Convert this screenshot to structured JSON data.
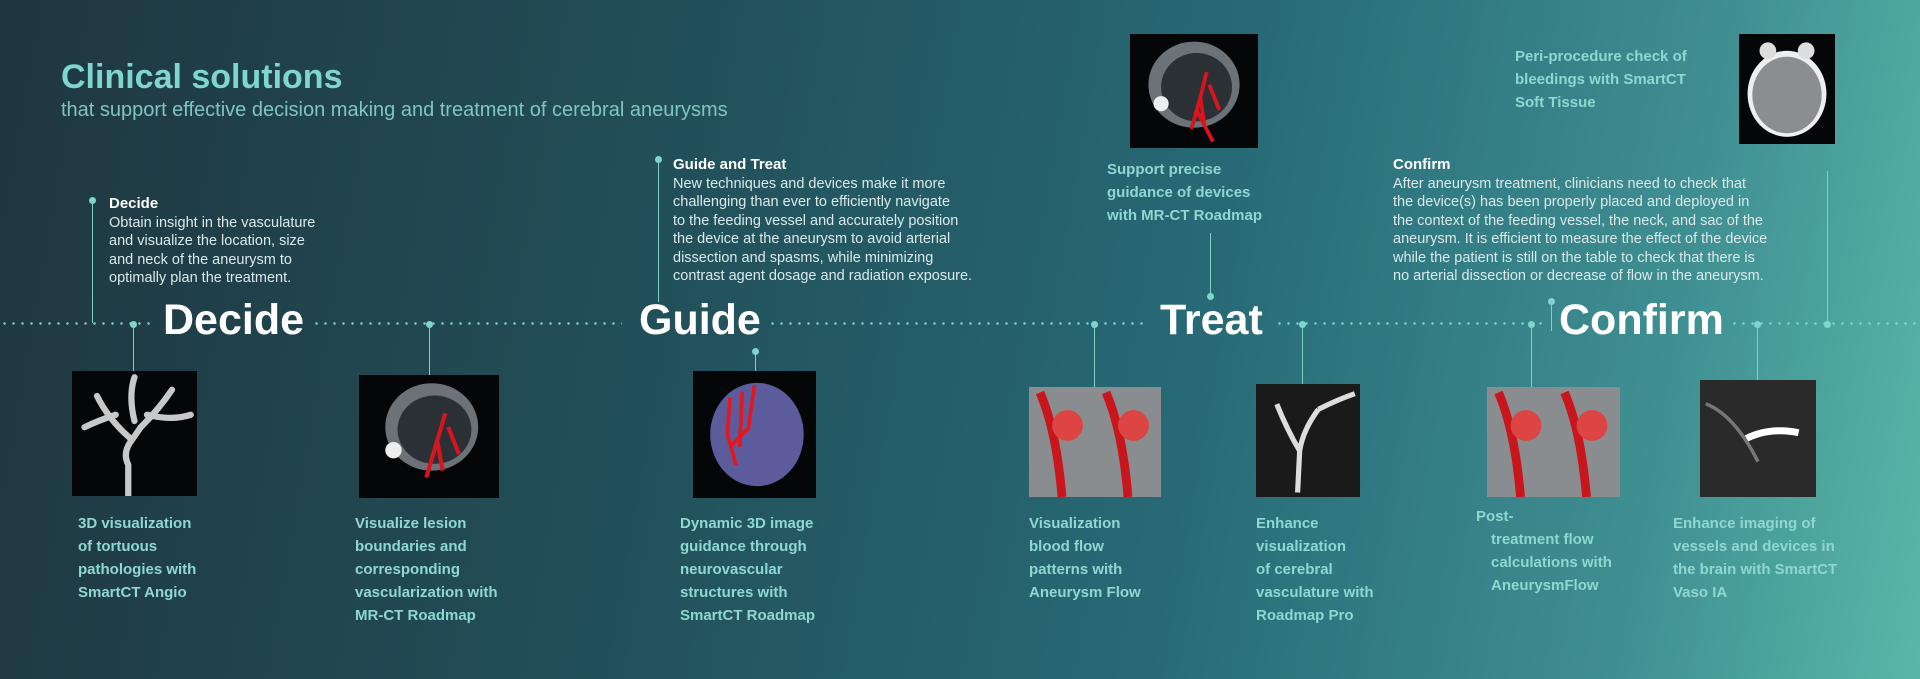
{
  "header": {
    "title": "Clinical solutions",
    "subtitle": "that support effective decision making and treatment of cerebral aneurysms"
  },
  "blocks": {
    "decide": {
      "title": "Decide",
      "lines": [
        "Obtain insight in the vasculature",
        "and visualize the location, size",
        "and neck of the aneurysm to",
        "optimally plan the treatment."
      ]
    },
    "guide_treat": {
      "title": "Guide and Treat",
      "lines": [
        "New techniques and devices make it more",
        "challenging than ever to efficiently navigate",
        "to the feeding vessel and accurately position",
        "the device at the aneurysm to avoid arterial",
        "dissection and spasms, while minimizing",
        "contrast agent dosage and radiation exposure."
      ]
    },
    "confirm": {
      "title": "Confirm",
      "lines": [
        "After aneurysm treatment, clinicians need to check that",
        "the device(s) has been properly placed and deployed in",
        "the context of the feeding vessel, the neck, and sac of the",
        "aneurysm. It is efficient to measure the effect of the device",
        "while the patient is still on the table to check that there is",
        "no arterial dissection or decrease of flow in the aneurysm."
      ]
    }
  },
  "phases": [
    "Decide",
    "Guide",
    "Treat",
    "Confirm"
  ],
  "top_captions": {
    "treat": [
      "Support precise",
      "guidance of devices",
      "with MR-CT Roadmap"
    ],
    "confirm": [
      "Peri-procedure check of",
      "bleedings with SmartCT",
      "Soft Tissue"
    ]
  },
  "captions": [
    [
      "3D visualization",
      "of tortuous",
      "pathologies with",
      "SmartCT Angio"
    ],
    [
      "Visualize lesion",
      "boundaries and",
      "corresponding",
      "vascularization with",
      "MR-CT Roadmap"
    ],
    [
      "Dynamic 3D image",
      "guidance through",
      "neurovascular",
      "structures with",
      "SmartCT Roadmap"
    ],
    [
      "Visualization",
      "blood flow",
      "patterns with",
      "Aneurysm Flow"
    ],
    [
      "Enhance",
      "visualization",
      "of cerebral",
      "vasculature with",
      "Roadmap Pro"
    ],
    [
      "Post-",
      "treatment flow",
      "calculations with",
      "AneurysmFlow"
    ],
    [
      "Enhance imaging of",
      "vessels and devices in",
      "the brain with SmartCT",
      "Vaso IA"
    ]
  ],
  "colors": {
    "accent": "#7fd6cf",
    "caption": "#8fd8d2"
  }
}
